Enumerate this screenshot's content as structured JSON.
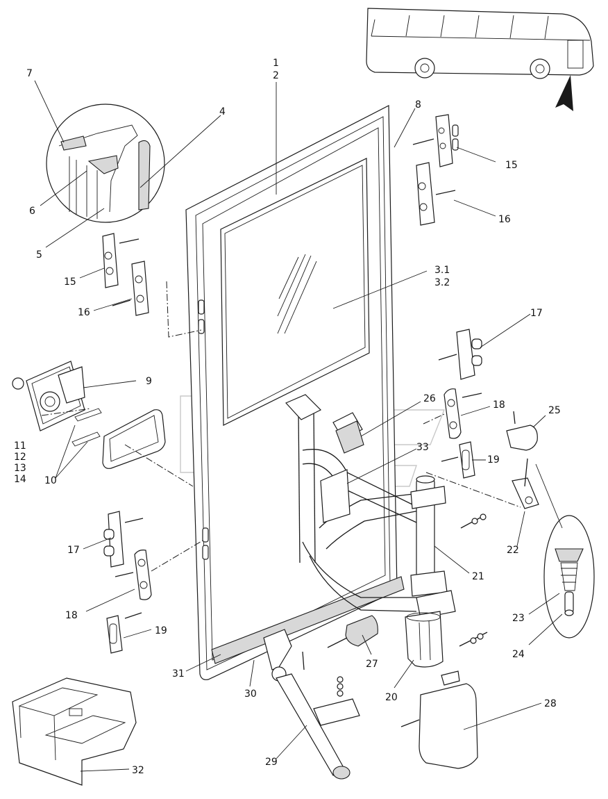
{
  "diagram": {
    "callouts": [
      {
        "id": "7",
        "text": "7"
      },
      {
        "id": "1",
        "text": "1"
      },
      {
        "id": "2",
        "text": "2"
      },
      {
        "id": "4",
        "text": "4"
      },
      {
        "id": "8",
        "text": "8"
      },
      {
        "id": "6",
        "text": "6"
      },
      {
        "id": "5",
        "text": "5"
      },
      {
        "id": "15a",
        "text": "15"
      },
      {
        "id": "15b",
        "text": "15"
      },
      {
        "id": "16a",
        "text": "16"
      },
      {
        "id": "16b",
        "text": "16"
      },
      {
        "id": "3_1",
        "text": "3.1"
      },
      {
        "id": "3_2",
        "text": "3.2"
      },
      {
        "id": "17a",
        "text": "17"
      },
      {
        "id": "17b",
        "text": "17"
      },
      {
        "id": "9",
        "text": "9"
      },
      {
        "id": "11",
        "text": "11"
      },
      {
        "id": "12",
        "text": "12"
      },
      {
        "id": "13",
        "text": "13"
      },
      {
        "id": "14",
        "text": "14"
      },
      {
        "id": "10",
        "text": "10"
      },
      {
        "id": "26",
        "text": "26"
      },
      {
        "id": "18a",
        "text": "18"
      },
      {
        "id": "18b",
        "text": "18"
      },
      {
        "id": "25",
        "text": "25"
      },
      {
        "id": "33",
        "text": "33"
      },
      {
        "id": "19a",
        "text": "19"
      },
      {
        "id": "19b",
        "text": "19"
      },
      {
        "id": "22",
        "text": "22"
      },
      {
        "id": "21",
        "text": "21"
      },
      {
        "id": "23",
        "text": "23"
      },
      {
        "id": "24",
        "text": "24"
      },
      {
        "id": "27",
        "text": "27"
      },
      {
        "id": "20",
        "text": "20"
      },
      {
        "id": "31",
        "text": "31"
      },
      {
        "id": "30",
        "text": "30"
      },
      {
        "id": "28",
        "text": "28"
      },
      {
        "id": "29",
        "text": "29"
      },
      {
        "id": "32",
        "text": "32"
      }
    ]
  }
}
